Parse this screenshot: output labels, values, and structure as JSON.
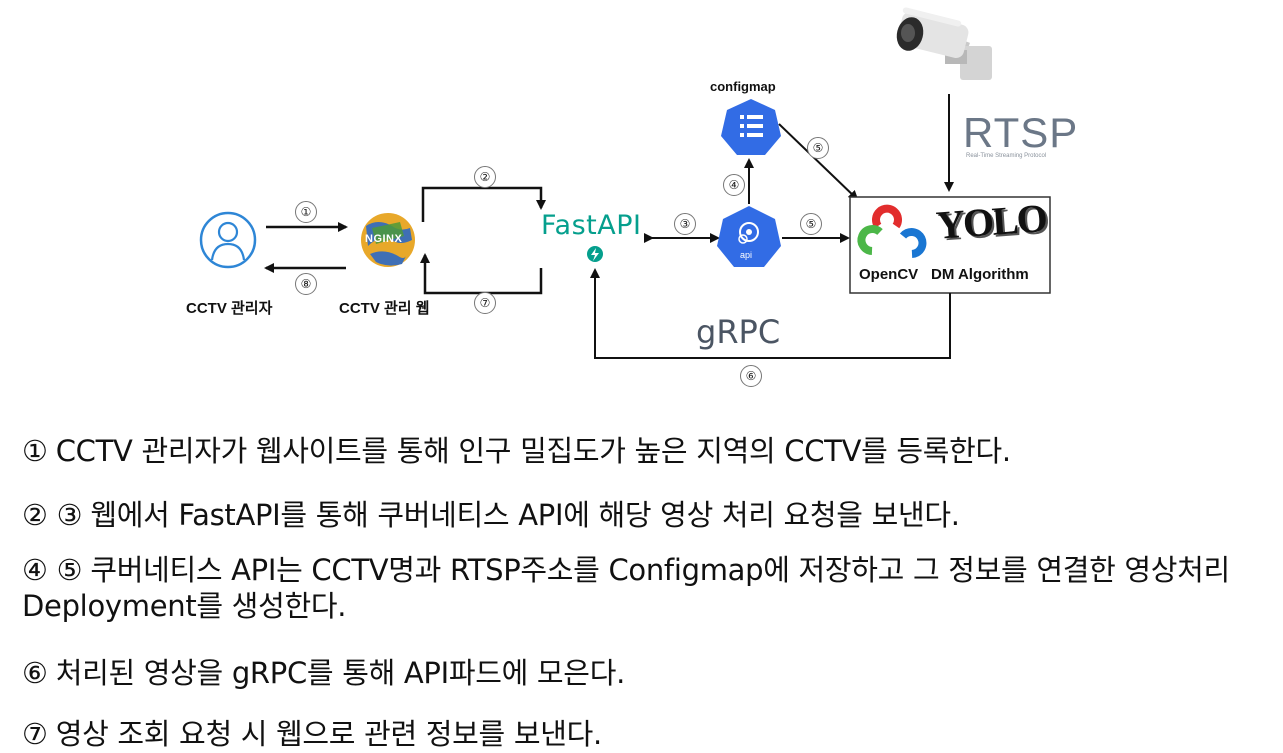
{
  "diagram": {
    "admin_label": "CCTV 관리자",
    "web_label": "CCTV 관리 웹",
    "nginx_text": "NGINX",
    "fastapi_text": "FastAPI",
    "api_text": "api",
    "configmap_label": "configmap",
    "rtsp_text": "RTSP",
    "rtsp_sub": "Real-Time Streaming Protocol",
    "opencv_label": "OpenCV",
    "algo_label": "DM Algorithm",
    "yolo_text": "YOLO",
    "grpc_text": "gRPC",
    "steps": [
      "①",
      "②",
      "③",
      "④",
      "⑤",
      "⑥",
      "⑦",
      "⑧"
    ]
  },
  "descriptions": [
    {
      "marker": "①",
      "text": "CCTV 관리자가 웹사이트를 통해 인구 밀집도가 높은 지역의 CCTV를 등록한다."
    },
    {
      "marker": "② ③",
      "text": "웹에서 FastAPI를 통해 쿠버네티스 API에 해당 영상 처리 요청을 보낸다."
    },
    {
      "marker": "④ ⑤",
      "text": "쿠버네티스 API는 CCTV명과 RTSP주소를 Configmap에 저장하고 그 정보를 연결한 영상처리 Deployment를 생성한다."
    },
    {
      "marker": "⑥",
      "text": "처리된 영상을 gRPC를 통해 API파드에 모은다."
    },
    {
      "marker": "⑦",
      "text": "영상 조회 요청 시 웹으로 관련 정보를 보낸다."
    }
  ]
}
